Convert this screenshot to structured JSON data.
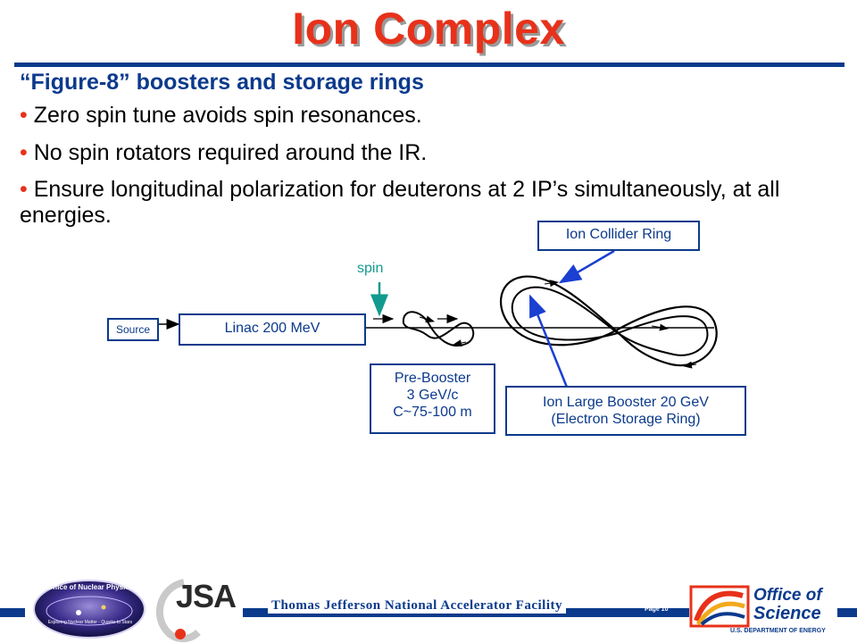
{
  "slide": {
    "title": "Ion Complex",
    "subtitle": "“Figure-8” boosters and storage rings",
    "bullets": [
      "Zero spin tune avoids spin resonances.",
      "No spin rotators required around the IR.",
      "Ensure longitudinal polarization for deuterons at 2 IP’s simultaneously, at all energies."
    ],
    "bullet_glyph": "•"
  },
  "diagram": {
    "source_label": "Source",
    "linac_label": "Linac 200 MeV",
    "spin_label": "spin",
    "prebooster_lines": [
      "Pre-Booster",
      "3 GeV/c",
      "C~75-100 m"
    ],
    "large_booster_lines": [
      "Ion Large Booster 20 GeV",
      "(Electron Storage Ring)"
    ],
    "collider_label": "Ion Collider Ring",
    "colors": {
      "box_border": "#0b3a8c",
      "spin_arrow": "#139a8e",
      "pointer": "#1a3fd1"
    }
  },
  "footer": {
    "lab_name": "Thomas Jefferson National Accelerator Facility",
    "page": "Page 10",
    "logos": {
      "nuclear_physics": "Office of Nuclear Physics",
      "nuclear_physics_motto": "Exploring Nuclear Matter - Quarks to Stars",
      "jsa": "JSA",
      "doe_line1": "Office of",
      "doe_line2": "Science",
      "doe_dept": "U.S. DEPARTMENT OF ENERGY"
    }
  },
  "colors": {
    "title": "#e8311a",
    "accent_blue": "#0b3a8c",
    "bullet": "#e8311a"
  }
}
